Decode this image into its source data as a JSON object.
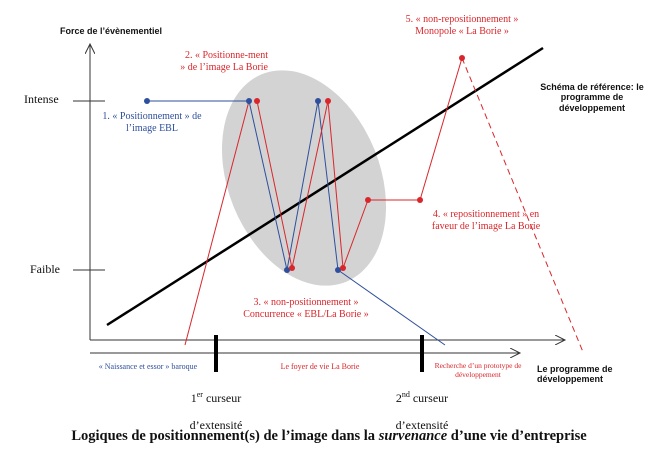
{
  "axes": {
    "y_title": "Force de l’évènementiel",
    "x_title": "Le programme de développement",
    "intense": "Intense",
    "faible": "Faible"
  },
  "reference": {
    "label": "Schéma de référence: le programme de développement"
  },
  "phases": {
    "p1": "1. « Positionnement » de l’image EBL",
    "p2": "2. « Positionne-ment » de l’image La Borie",
    "p3": "3. « non-positionnement » Concurrence « EBL/La Borie »",
    "p4": "4. « repositionnement » en faveur de l’image La Borie",
    "p5": "5. « non-repositionnement » Monopole « La Borie »"
  },
  "timeline": {
    "seg1": "« Naissance et essor » baroque",
    "seg2": "Le foyer de vie La Borie",
    "seg3": "Recherche d’un prototype de développement",
    "cursor1_sup": "er",
    "cursor1_pre": "1",
    "cursor1_post": " curseur",
    "cursor1_line2": "d’extensité",
    "cursor2_sup": "nd",
    "cursor2_pre": "2",
    "cursor2_post": " curseur",
    "cursor2_line2": "d’extensité"
  },
  "caption": {
    "part1": "Logiques de positionnement(s) de l’image dans la ",
    "italic": "survenance",
    "part2": " d’une vie d’entreprise"
  },
  "colors": {
    "red": "#d9262b",
    "blue": "#2e4f9c",
    "ellipse": "#d3d3d3",
    "ink": "#111111"
  }
}
